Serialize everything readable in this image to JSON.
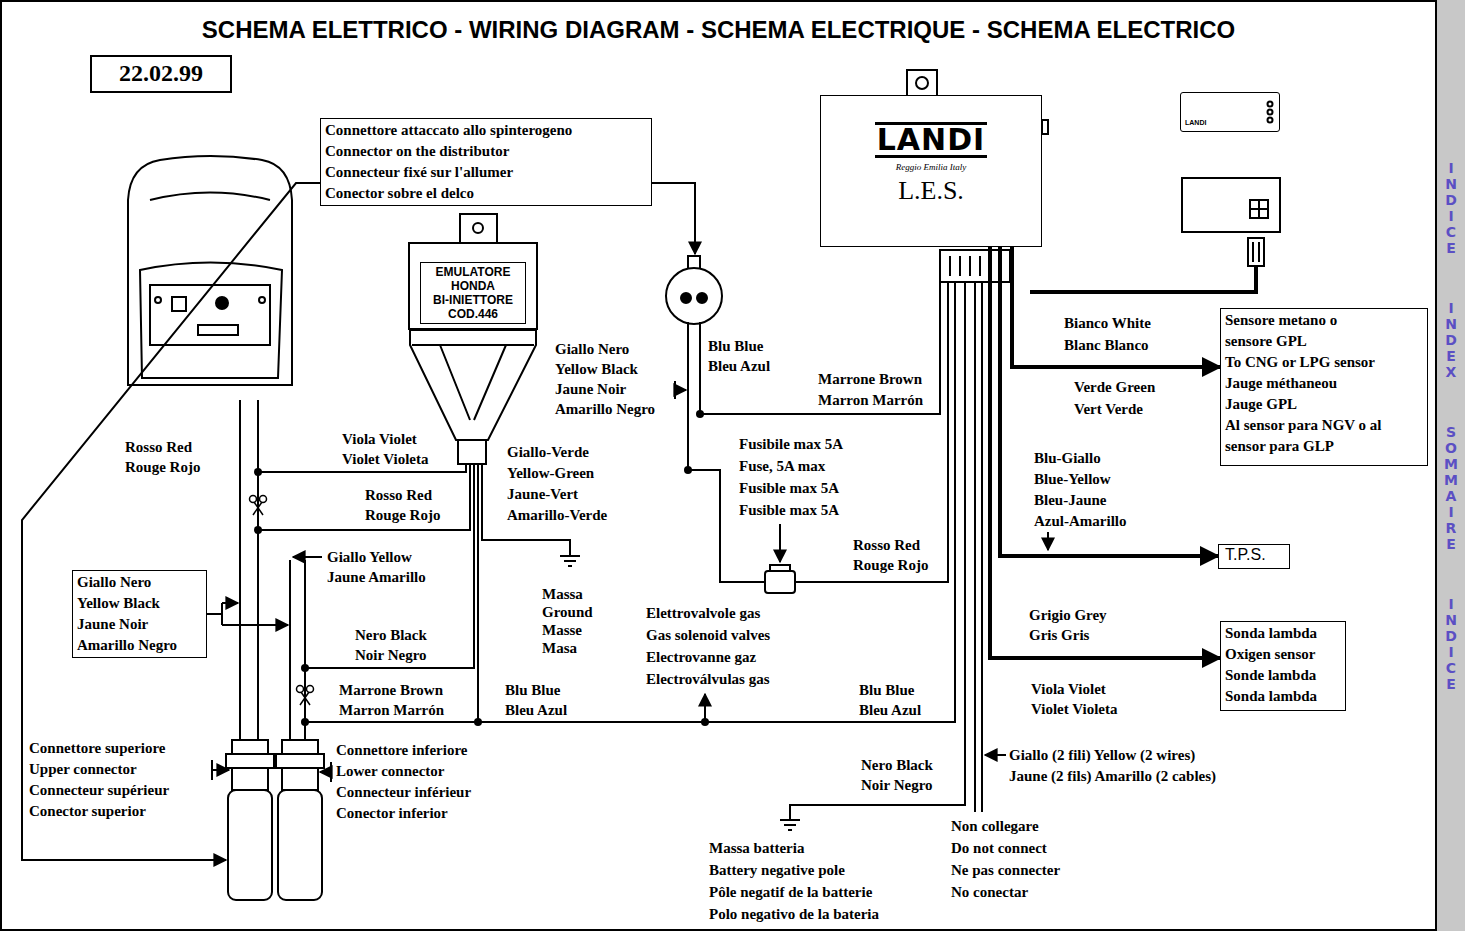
{
  "diagram": {
    "title": "SCHEMA ELETTRICO - WIRING DIAGRAM - SCHEMA ELECTRIQUE - SCHEMA ELECTRICO",
    "nodes": [
      {
        "text": [
          "22.02.99"
        ]
      },
      {
        "text": [
          "Connettore attaccato allo spinterogeno",
          "Connector on the distributor",
          "Connecteur fixé sur l'allumer",
          "Conector sobre el delco"
        ]
      },
      {
        "text": [
          "LANDI",
          "Reggio Emilia Italy",
          "L.E.S."
        ]
      },
      {
        "text": [
          "LANDI"
        ]
      },
      {
        "text": [
          "EMULATORE",
          "HONDA",
          "BI-INIETTORE",
          "COD.446"
        ]
      },
      {
        "text": [
          "Sensore metano o",
          "sensore GPL",
          "To CNG or LPG sensor",
          "Jauge méthaneou",
          "Jauge GPL",
          "Al sensor para NGV o al",
          "sensor para GLP"
        ]
      },
      {
        "text": [
          "Giallo Nero",
          "Yellow Black",
          "Jaune Noir",
          "Amarillo Negro"
        ]
      },
      {
        "text": [
          "T.P.S."
        ]
      },
      {
        "text": [
          "Sonda lambda",
          "Oxigen sensor",
          "Sonde lambda",
          "Sonda lambda"
        ]
      },
      {
        "text": [
          "INDICE",
          "INDEX",
          "SOMMAIRE",
          "INDICE"
        ]
      }
    ],
    "edges": [
      {
        "from": 2,
        "to": 5,
        "arrow": "to"
      },
      {
        "from": 2,
        "to": 7,
        "arrow": "to"
      },
      {
        "from": 2,
        "to": 8,
        "arrow": "to"
      }
    ],
    "labels": [
      "Giallo Nero",
      "Yellow Black",
      "Jaune Noir",
      "Amarillo Negro",
      "Blu Blue",
      "Bleu Azul",
      "Marrone Brown",
      "Marron Marrón",
      "Bianco White",
      "Blanc Blanco",
      "Verde Green",
      "Vert Verde",
      "Rosso Red",
      "Rouge Rojo",
      "Viola Violet",
      "Violet Violeta",
      "Giallo-Verde",
      "Yellow-Green",
      "Jaune-Vert",
      "Amarillo-Verde",
      "Fusibile max 5A",
      "Fuse, 5A max",
      "Fusible max 5A",
      "Fusible max 5A",
      "Blu-Giallo",
      "Blue-Yellow",
      "Bleu-Jaune",
      "Azul-Amarillo",
      "Rosso Red",
      "Rouge Rojo",
      "Rosso Red",
      "Rouge Rojo",
      "Giallo Yellow",
      "Jaune Amarillo",
      "Massa",
      "Ground",
      "Masse",
      "Masa",
      "Elettrovalvole gas",
      "Gas solenoid valves",
      "Electrovanne gaz",
      "Electroválvulas gas",
      "Grigio Grey",
      "Gris Gris",
      "Nero Black",
      "Noir Negro",
      "Marrone Brown",
      "Marron Marrón",
      "Blu Blue",
      "Bleu Azul",
      "Blu Blue",
      "Bleu Azul",
      "Viola Violet",
      "Violet Violeta",
      "Connettore superiore",
      "Upper connector",
      "Connecteur supérieur",
      "Conector superior",
      "Connettore inferiore",
      "Lower connector",
      "Connecteur inférieur",
      "Conector inferior",
      "Giallo (2 fili) Yellow (2 wires)",
      "Jaune (2 fils) Amarillo (2 cables)",
      "Nero Black",
      "Noir Negro",
      "Non collegare",
      "Do not connect",
      "Ne pas connecter",
      "No conectar",
      "Massa batteria",
      "Battery negative pole",
      "Pôle negatif de la batterie",
      "Polo negativo de la bateria"
    ]
  }
}
